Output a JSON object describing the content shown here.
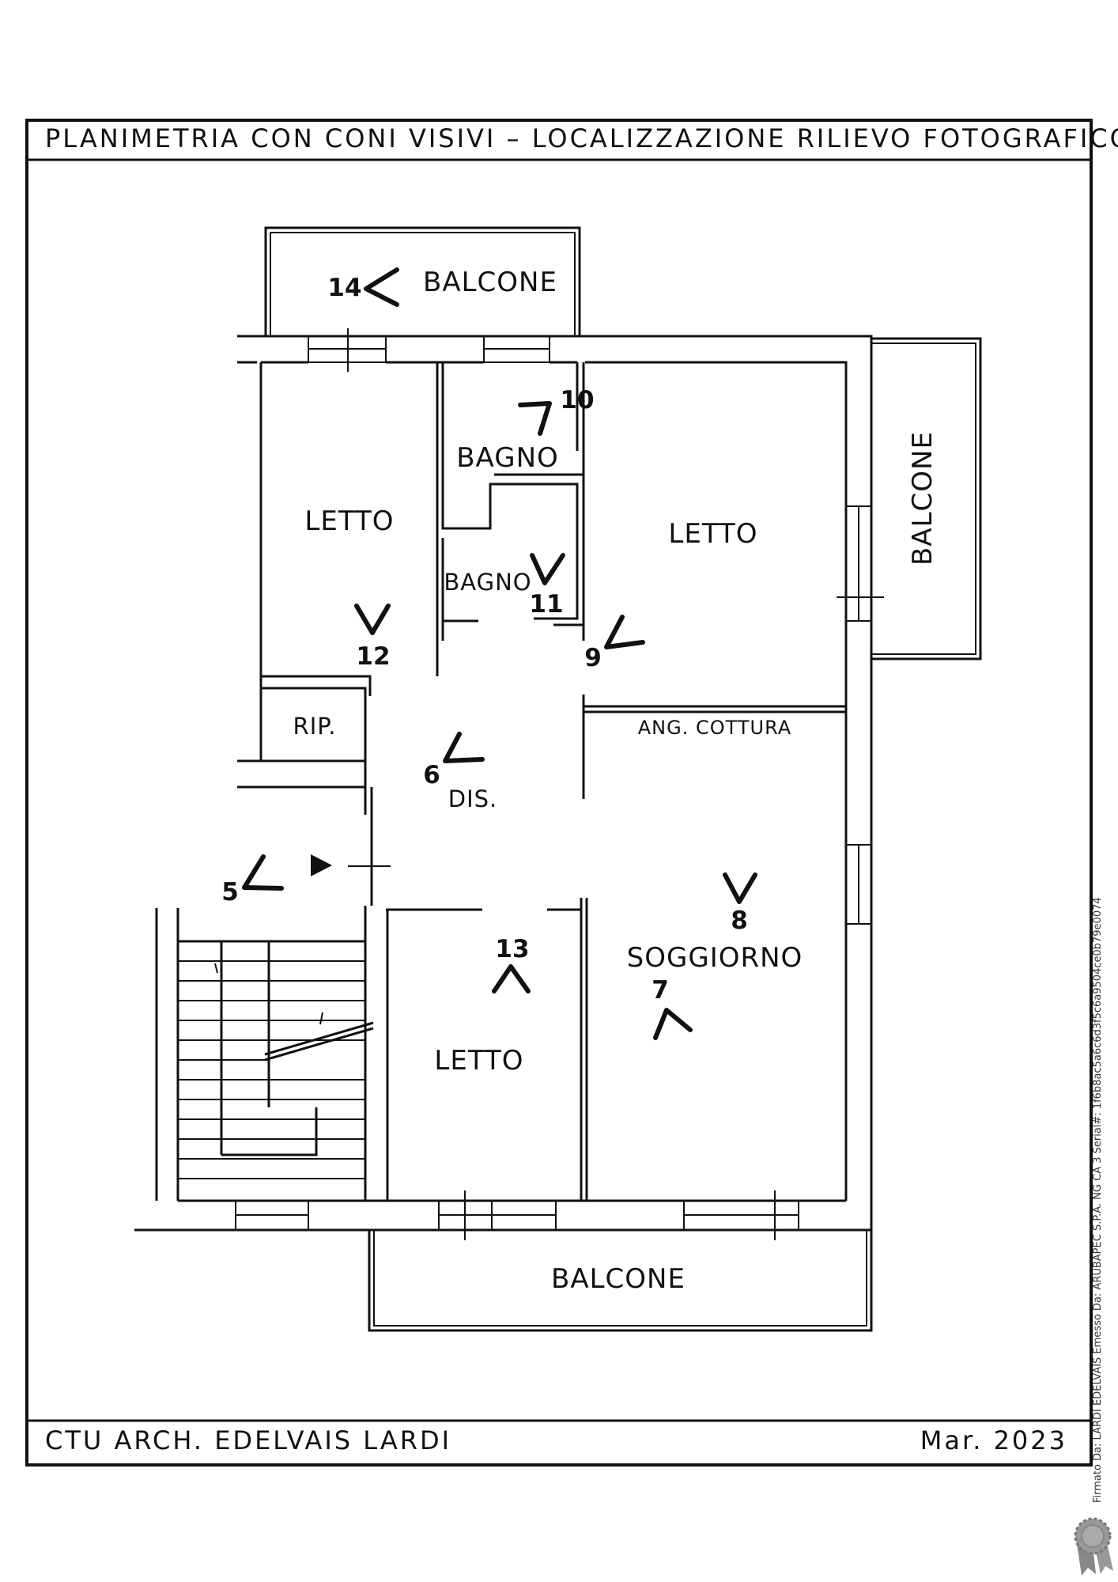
{
  "header": {
    "title": "PLANIMETRIA  CON  CONI  VISIVI    –  LOCALIZZAZIONE  RILIEVO  FOTOGRAFICO"
  },
  "footer": {
    "author": "CTU  ARCH.  EDELVAIS  LARDI",
    "date": "Mar.  2023"
  },
  "rooms": {
    "balcone_top": "BALCONE",
    "balcone_right": "BALCONE",
    "balcone_bottom": "BALCONE",
    "letto_nw": "LETTO",
    "letto_ne": "LETTO",
    "letto_s": "LETTO",
    "bagno_1": "BAGNO",
    "bagno_2": "BAGNO",
    "ripostiglio": "RIP.",
    "disimpegno": "DIS.",
    "angolo_cottura": "ANG.  COTTURA",
    "soggiorno": "SOGGIORNO"
  },
  "photo_points": {
    "p5": "5",
    "p6": "6",
    "p7": "7",
    "p8": "8",
    "p9": "9",
    "p10": "10",
    "p11": "11",
    "p12": "12",
    "p13": "13",
    "p14": "14"
  },
  "signature_stamp": "Firmato Da: LARDI EDELVAIS Emesso Da: ARUBAPEC S.P.A. NG CA 3 Serial#: 1f6b8ac5a6c6d3f5c6a9504ce0b79e0074",
  "icons": {
    "seal": "certificate-seal-icon",
    "entrance": "entrance-arrow-icon"
  }
}
